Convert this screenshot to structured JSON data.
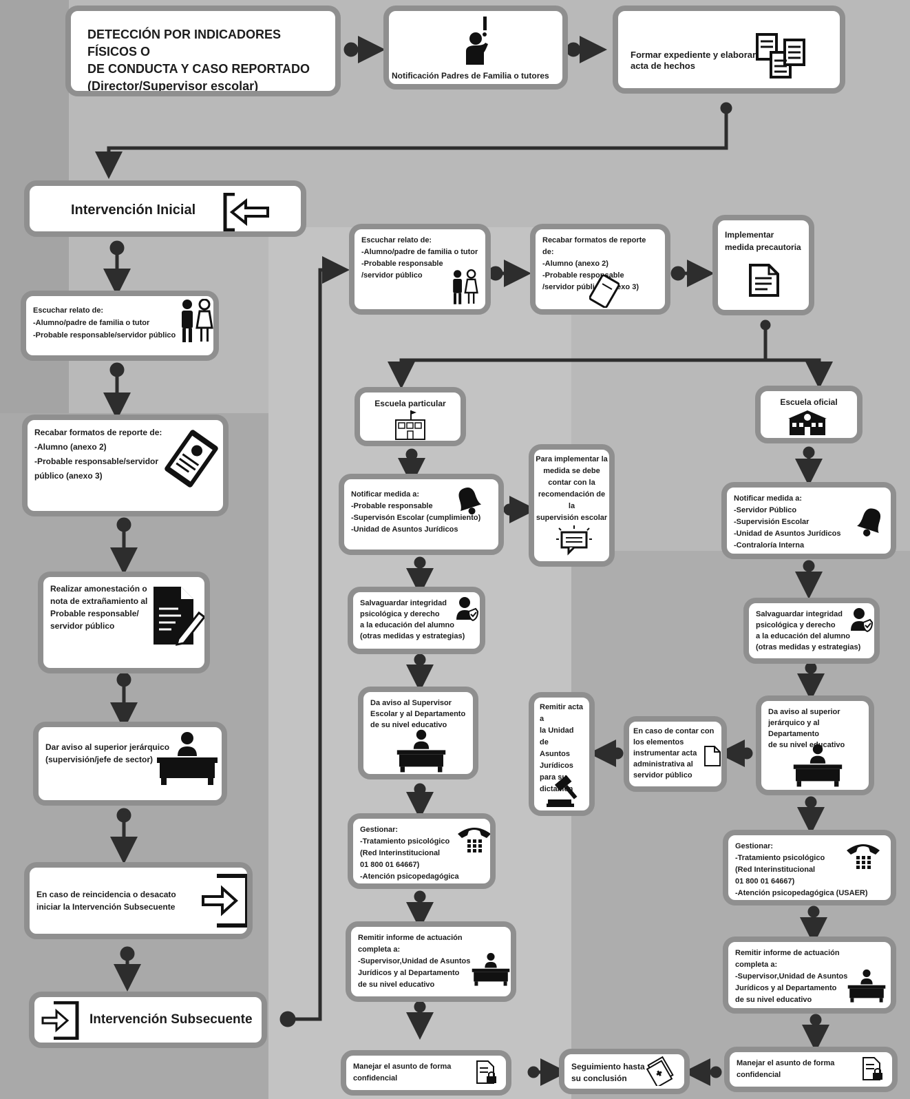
{
  "top": {
    "deteccion": "DETECCIÓN POR INDICADORES FÍSICOS O\nDE CONDUCTA Y CASO REPORTADO\n(Director/Supervisor escolar)",
    "notificacion": "Notificación Padres de Familia o tutores",
    "formar": "Formar expediente y elaborar\nacta de hechos"
  },
  "left": {
    "intervencion_inicial": "Intervención Inicial",
    "escuchar": "Escuchar relato de:\n-Alumno/padre de familia o tutor\n-Probable responsable/servidor público",
    "recabar": "Recabar formatos de reporte de:\n-Alumno (anexo 2)\n-Probable responsable/servidor\npúblico (anexo 3)",
    "amonestacion": "Realizar amonestación o\nnota de extrañamiento al\nProbable responsable/\nservidor público",
    "aviso": "Dar aviso al superior jerárquico\n(supervisión/jefe de sector)",
    "reincidencia": "En caso de reincidencia o desacato\niniciar la Intervención Subsecuente",
    "subsecuente": "Intervención Subsecuente"
  },
  "mid": {
    "escuchar": "Escuchar relato de:\n-Alumno/padre de familia o tutor\n-Probable responsable\n/servidor público",
    "recabar": "Recabar formatos de reporte de:\n-Alumno (anexo 2)\n-Probable responsable\n/servidor público (anexo 3)",
    "implementar": "Implementar\nmedida precautoria"
  },
  "particular": {
    "title": "Escuela particular",
    "notificar": "Notificar medida a:\n-Probable responsable\n-Supervisón Escolar (cumplimiento)\n-Unidad de Asuntos Jurídicos",
    "para": "Para implementar la\nmedida se debe\ncontar con la\nrecomendación de la\nsupervisión escolar",
    "salvaguardar": "Salvaguardar integridad\npsicológica y derecho\na la educación del alumno\n(otras medidas y estrategias)",
    "da_aviso": "Da aviso  al Supervisor\nEscolar y al Departamento\nde su nivel educativo",
    "gestionar": "Gestionar:\n-Tratamiento psicológico\n(Red Interinstitucional\n01 800 01 64667)\n-Atención psicopedagógica (USAER)",
    "remitir": "Remitir informe de actuación\ncompleta a:\n-Supervisor,Unidad de Asuntos\nJurídicos y al Departamento\nde su nivel educativo",
    "manejar": "Manejar el asunto de forma\nconfidencial"
  },
  "seguimiento": "Seguimiento hasta\nsu conclusión",
  "remitir_acta": "Remitir acta a\nla Unidad de\nAsuntos\nJurídicos\npara su\ndictamen",
  "en_caso": "En caso de contar con\nlos elementos\ninstrumentar acta\nadministrativa al\nservidor público",
  "oficial": {
    "title": "Escuela oficial",
    "notificar": "Notificar medida a:\n-Servidor Público\n-Supervisión Escolar\n-Unidad de Asuntos Jurídicos\n-Contraloría Interna",
    "salvaguardar": "Salvaguardar integridad\npsicológica y derecho\na la educación del alumno\n(otras medidas y estrategias)",
    "da_aviso": "Da aviso  al superior\njerárquico y al Departamento\nde su nivel educativo",
    "gestionar": "Gestionar:\n-Tratamiento psicológico\n(Red Interinstitucional\n01 800 01 64667)\n-Atención psicopedagógica (USAER)",
    "remitir": "Remitir informe de actuación\ncompleta a:\n-Supervisor,Unidad de Asuntos\nJurídicos y al Departamento\nde su nivel educativo",
    "manejar": "Manejar el asunto de forma\nconfidencial"
  }
}
